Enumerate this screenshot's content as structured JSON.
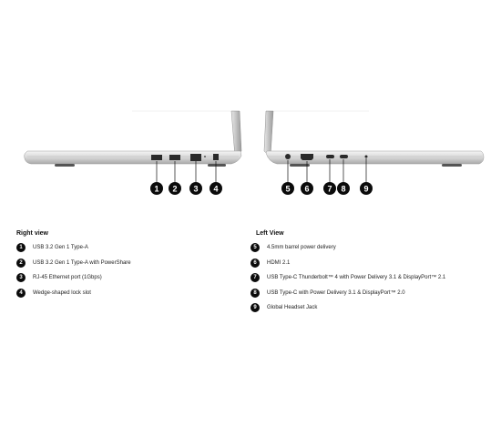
{
  "right_view": {
    "title": "Right view",
    "items": [
      {
        "number": "1",
        "label": "USB 3.2 Gen 1 Type-A"
      },
      {
        "number": "2",
        "label": "USB 3.2 Gen 1 Type-A with PowerShare"
      },
      {
        "number": "3",
        "label": "RJ-45 Ethernet port (1Gbps)"
      },
      {
        "number": "4",
        "label": "Wedge-shaped lock slot"
      }
    ]
  },
  "left_view": {
    "title": "Left View",
    "items": [
      {
        "number": "5",
        "label": "4.5mm barrel power delivery"
      },
      {
        "number": "6",
        "label": "HDMI 2.1"
      },
      {
        "number": "7",
        "label": "USB Type-C Thunderbolt™ 4 with Power Delivery 3.1 & DisplayPort™ 2.1"
      },
      {
        "number": "8",
        "label": "USB Type-C with Power Delivery 3.1 & DisplayPort™ 2.0"
      },
      {
        "number": "9",
        "label": "Global Headset Jack"
      }
    ]
  },
  "callouts_right_image": [
    "1",
    "2",
    "3",
    "4"
  ],
  "callouts_left_image": [
    "5",
    "6",
    "7",
    "8",
    "9"
  ]
}
